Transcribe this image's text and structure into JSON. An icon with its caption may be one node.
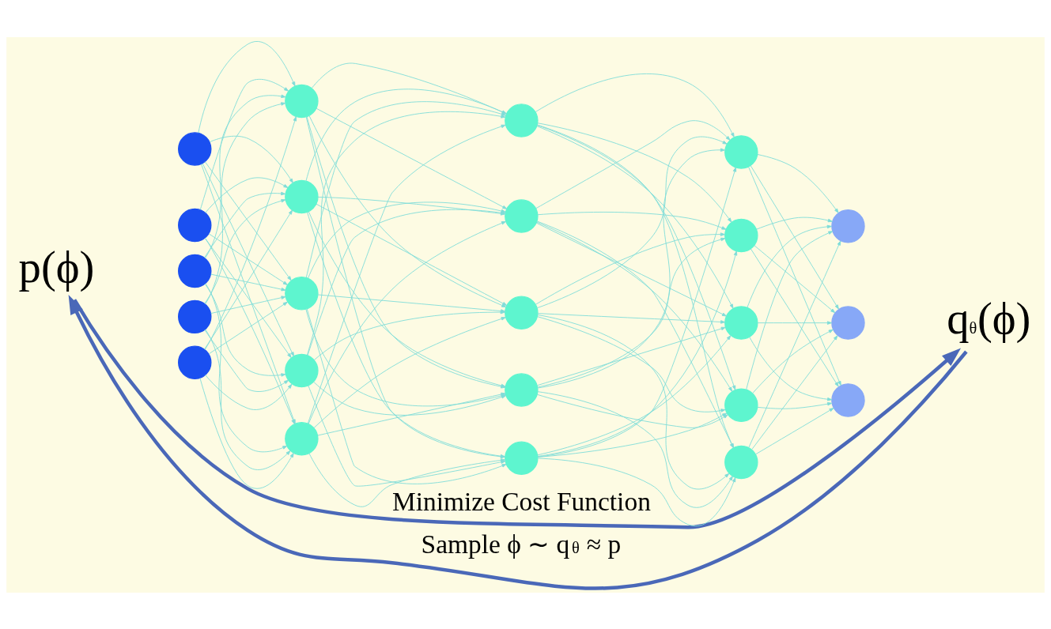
{
  "diagram": {
    "nodes": [
      {
        "text": [
          "p(ϕ)"
        ]
      },
      {
        "text": [],
        "shape": "circle"
      },
      {
        "text": [],
        "shape": "circle"
      },
      {
        "text": [],
        "shape": "circle"
      },
      {
        "text": [],
        "shape": "circle"
      },
      {
        "text": [],
        "shape": "circle"
      },
      {
        "text": [],
        "shape": "circle"
      },
      {
        "text": [],
        "shape": "circle"
      },
      {
        "text": [],
        "shape": "circle"
      },
      {
        "text": [],
        "shape": "circle"
      },
      {
        "text": [],
        "shape": "circle"
      },
      {
        "text": [],
        "shape": "circle"
      },
      {
        "text": [],
        "shape": "circle"
      },
      {
        "text": [],
        "shape": "circle"
      },
      {
        "text": [],
        "shape": "circle"
      },
      {
        "text": [],
        "shape": "circle"
      },
      {
        "text": [],
        "shape": "circle"
      },
      {
        "text": [],
        "shape": "circle"
      },
      {
        "text": [],
        "shape": "circle"
      },
      {
        "text": [],
        "shape": "circle"
      },
      {
        "text": [],
        "shape": "circle"
      },
      {
        "text": [],
        "shape": "circle"
      },
      {
        "text": [],
        "shape": "circle"
      },
      {
        "text": [],
        "shape": "circle"
      },
      {
        "text": [
          "q$_{θ}$(ϕ)"
        ]
      }
    ],
    "edges": [
      {
        "from": 24,
        "to": 0,
        "arrow": "to",
        "label": "Sample ϕ ∼ q$_{θ}$ ≈ p",
        "style": "thick",
        "color": "#4a68b8"
      },
      {
        "from": 0,
        "to": 24,
        "arrow": "to",
        "label": "Minimize Cost Function",
        "style": "thick",
        "color": "#4a68b8"
      },
      {
        "from": 1,
        "to": 6,
        "arrow": "to"
      },
      {
        "from": 1,
        "to": 7,
        "arrow": "to"
      },
      {
        "from": 1,
        "to": 8,
        "arrow": "to"
      },
      {
        "from": 1,
        "to": 9,
        "arrow": "to"
      },
      {
        "from": 1,
        "to": 10,
        "arrow": "to"
      },
      {
        "from": 2,
        "to": 6,
        "arrow": "to"
      },
      {
        "from": 2,
        "to": 7,
        "arrow": "to"
      },
      {
        "from": 2,
        "to": 8,
        "arrow": "to"
      },
      {
        "from": 2,
        "to": 9,
        "arrow": "to"
      },
      {
        "from": 2,
        "to": 10,
        "arrow": "to"
      },
      {
        "from": 3,
        "to": 6,
        "arrow": "to"
      },
      {
        "from": 3,
        "to": 7,
        "arrow": "to"
      },
      {
        "from": 3,
        "to": 8,
        "arrow": "to"
      },
      {
        "from": 3,
        "to": 9,
        "arrow": "to"
      },
      {
        "from": 3,
        "to": 10,
        "arrow": "to"
      },
      {
        "from": 4,
        "to": 6,
        "arrow": "to"
      },
      {
        "from": 4,
        "to": 7,
        "arrow": "to"
      },
      {
        "from": 4,
        "to": 8,
        "arrow": "to"
      },
      {
        "from": 4,
        "to": 9,
        "arrow": "to"
      },
      {
        "from": 4,
        "to": 10,
        "arrow": "to"
      },
      {
        "from": 5,
        "to": 6,
        "arrow": "to"
      },
      {
        "from": 5,
        "to": 7,
        "arrow": "to"
      },
      {
        "from": 5,
        "to": 8,
        "arrow": "to"
      },
      {
        "from": 5,
        "to": 9,
        "arrow": "to"
      },
      {
        "from": 5,
        "to": 10,
        "arrow": "to"
      },
      {
        "from": 6,
        "to": 11,
        "arrow": "to"
      },
      {
        "from": 6,
        "to": 12,
        "arrow": "to"
      },
      {
        "from": 6,
        "to": 13,
        "arrow": "to"
      },
      {
        "from": 6,
        "to": 14,
        "arrow": "to"
      },
      {
        "from": 6,
        "to": 15,
        "arrow": "to"
      },
      {
        "from": 7,
        "to": 11,
        "arrow": "to"
      },
      {
        "from": 7,
        "to": 12,
        "arrow": "to"
      },
      {
        "from": 7,
        "to": 13,
        "arrow": "to"
      },
      {
        "from": 7,
        "to": 14,
        "arrow": "to"
      },
      {
        "from": 7,
        "to": 15,
        "arrow": "to"
      },
      {
        "from": 8,
        "to": 11,
        "arrow": "to"
      },
      {
        "from": 8,
        "to": 12,
        "arrow": "to"
      },
      {
        "from": 8,
        "to": 13,
        "arrow": "to"
      },
      {
        "from": 8,
        "to": 14,
        "arrow": "to"
      },
      {
        "from": 8,
        "to": 15,
        "arrow": "to"
      },
      {
        "from": 9,
        "to": 11,
        "arrow": "to"
      },
      {
        "from": 9,
        "to": 12,
        "arrow": "to"
      },
      {
        "from": 9,
        "to": 13,
        "arrow": "to"
      },
      {
        "from": 9,
        "to": 14,
        "arrow": "to"
      },
      {
        "from": 9,
        "to": 15,
        "arrow": "to"
      },
      {
        "from": 10,
        "to": 11,
        "arrow": "to"
      },
      {
        "from": 10,
        "to": 12,
        "arrow": "to"
      },
      {
        "from": 10,
        "to": 13,
        "arrow": "to"
      },
      {
        "from": 10,
        "to": 14,
        "arrow": "to"
      },
      {
        "from": 10,
        "to": 15,
        "arrow": "to"
      },
      {
        "from": 11,
        "to": 16,
        "arrow": "to"
      },
      {
        "from": 11,
        "to": 17,
        "arrow": "to"
      },
      {
        "from": 11,
        "to": 18,
        "arrow": "to"
      },
      {
        "from": 11,
        "to": 19,
        "arrow": "to"
      },
      {
        "from": 11,
        "to": 20,
        "arrow": "to"
      },
      {
        "from": 12,
        "to": 16,
        "arrow": "to"
      },
      {
        "from": 12,
        "to": 17,
        "arrow": "to"
      },
      {
        "from": 12,
        "to": 18,
        "arrow": "to"
      },
      {
        "from": 12,
        "to": 19,
        "arrow": "to"
      },
      {
        "from": 12,
        "to": 20,
        "arrow": "to"
      },
      {
        "from": 13,
        "to": 16,
        "arrow": "to"
      },
      {
        "from": 13,
        "to": 17,
        "arrow": "to"
      },
      {
        "from": 13,
        "to": 18,
        "arrow": "to"
      },
      {
        "from": 13,
        "to": 19,
        "arrow": "to"
      },
      {
        "from": 13,
        "to": 20,
        "arrow": "to"
      },
      {
        "from": 14,
        "to": 16,
        "arrow": "to"
      },
      {
        "from": 14,
        "to": 17,
        "arrow": "to"
      },
      {
        "from": 14,
        "to": 18,
        "arrow": "to"
      },
      {
        "from": 14,
        "to": 19,
        "arrow": "to"
      },
      {
        "from": 14,
        "to": 20,
        "arrow": "to"
      },
      {
        "from": 15,
        "to": 16,
        "arrow": "to"
      },
      {
        "from": 15,
        "to": 17,
        "arrow": "to"
      },
      {
        "from": 15,
        "to": 18,
        "arrow": "to"
      },
      {
        "from": 15,
        "to": 19,
        "arrow": "to"
      },
      {
        "from": 15,
        "to": 20,
        "arrow": "to"
      },
      {
        "from": 16,
        "to": 21,
        "arrow": "to"
      },
      {
        "from": 16,
        "to": 22,
        "arrow": "to"
      },
      {
        "from": 16,
        "to": 23,
        "arrow": "to"
      },
      {
        "from": 17,
        "to": 21,
        "arrow": "to"
      },
      {
        "from": 17,
        "to": 22,
        "arrow": "to"
      },
      {
        "from": 17,
        "to": 23,
        "arrow": "to"
      },
      {
        "from": 18,
        "to": 21,
        "arrow": "to"
      },
      {
        "from": 18,
        "to": 22,
        "arrow": "to"
      },
      {
        "from": 18,
        "to": 23,
        "arrow": "to"
      },
      {
        "from": 19,
        "to": 21,
        "arrow": "to"
      },
      {
        "from": 19,
        "to": 22,
        "arrow": "to"
      },
      {
        "from": 19,
        "to": 23,
        "arrow": "to"
      },
      {
        "from": 20,
        "to": 21,
        "arrow": "to"
      },
      {
        "from": 20,
        "to": 22,
        "arrow": "to"
      },
      {
        "from": 20,
        "to": 23,
        "arrow": "to"
      }
    ]
  }
}
